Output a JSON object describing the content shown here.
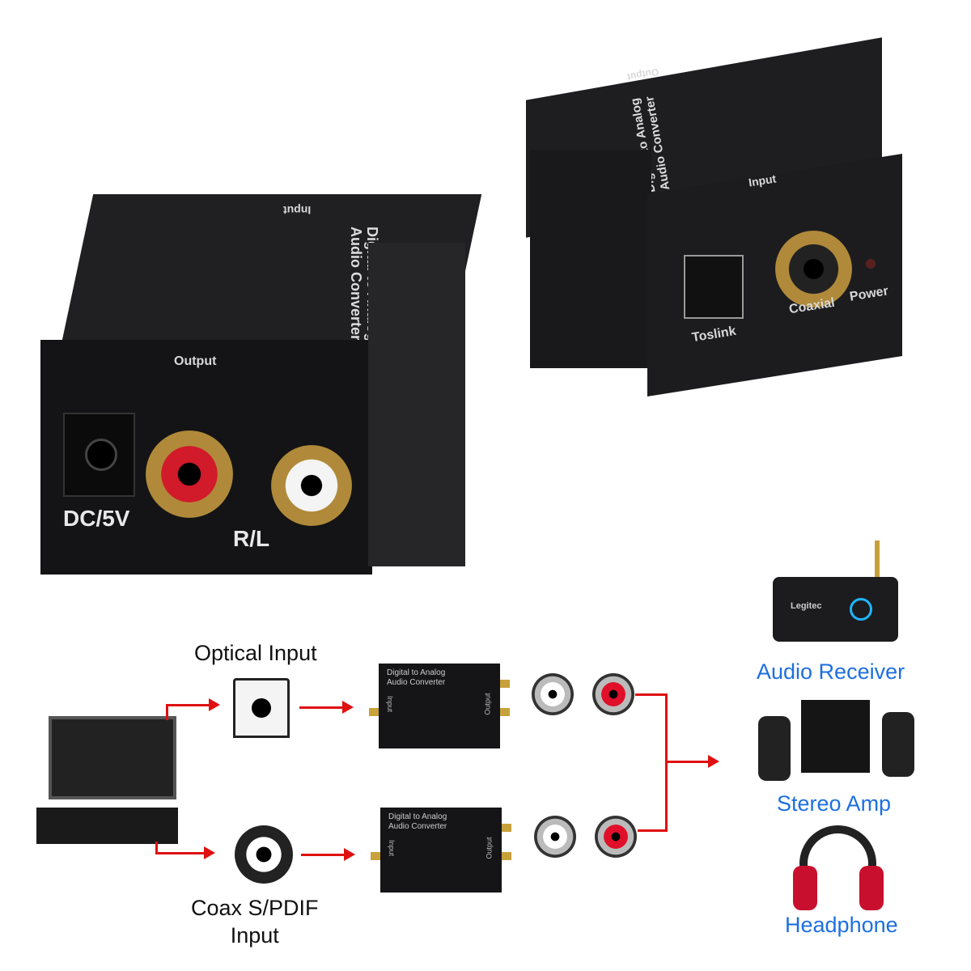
{
  "left_unit": {
    "top_label_line1": "Digital to Analog",
    "top_label_line2": "Audio Converter",
    "input_label": "Input",
    "output_label": "Output",
    "dc_label": "DC/5V",
    "rl_label": "R/L"
  },
  "right_unit": {
    "output_label": "Output",
    "top_label_line1": "Digital to Analog",
    "top_label_line2": "Audio Converter",
    "input_label": "Input",
    "toslink_label": "Toslink",
    "coaxial_label": "Coaxial",
    "power_label": "Power"
  },
  "diagram": {
    "optical_input": "Optical Input",
    "coax_input_line1": "Coax S/PDIF",
    "coax_input_line2": "Input",
    "mini_title_line1": "Digital to Analog",
    "mini_title_line2": "Audio Converter",
    "mini_input": "Input",
    "mini_output": "Output",
    "audio_receiver": "Audio Receiver",
    "receiver_brand": "Legitec",
    "stereo_amp": "Stereo Amp",
    "headphone": "Headphone"
  },
  "colors": {
    "arrow": "#e01010",
    "label_blue": "#1e6fe0"
  }
}
